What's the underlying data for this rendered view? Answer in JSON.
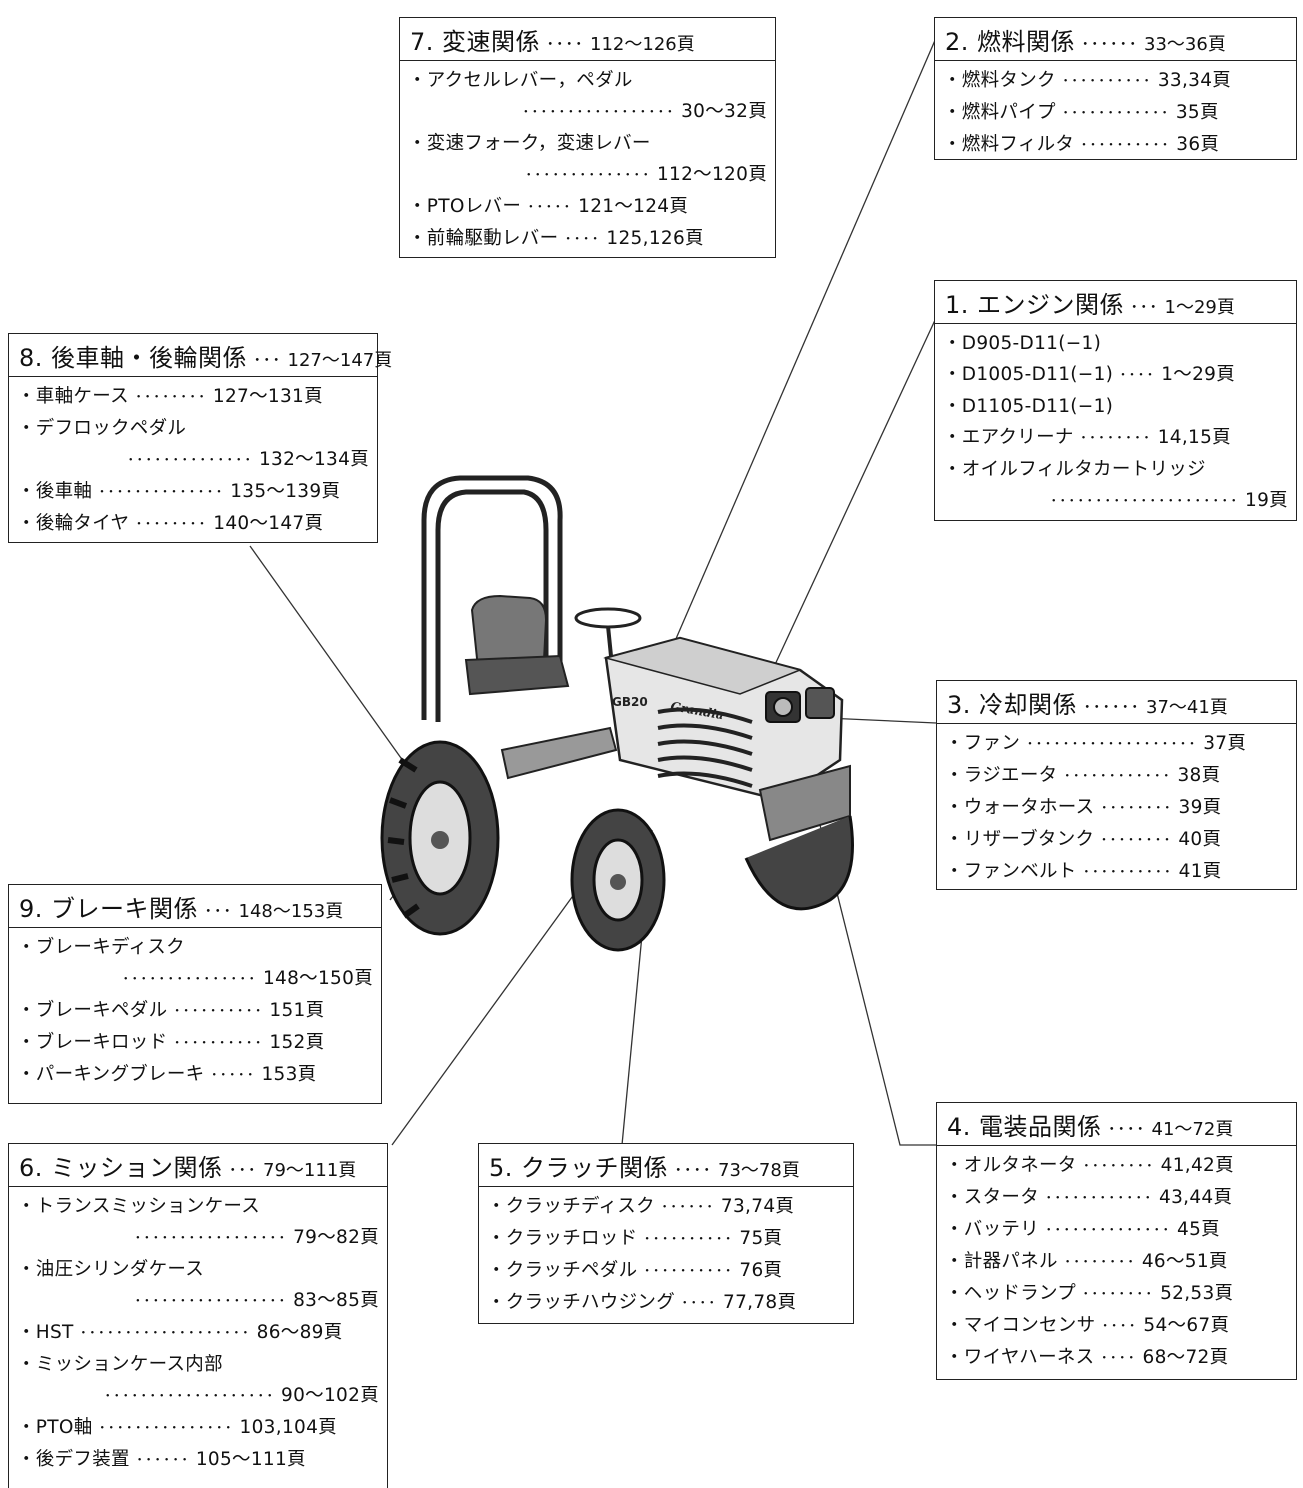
{
  "tractor": {
    "model_badge": "GB20",
    "brand_badge": "Grandia"
  },
  "boxes": [
    {
      "id": "b1",
      "title": "1. エンジン関係",
      "dots": "･･･",
      "pages": "1～29頁",
      "items": [
        {
          "text": "・D905-D11(−1)",
          "dots": "",
          "pages": ""
        },
        {
          "text": "・D1005-D11(−1)",
          "dots": "････",
          "pages": "1～29頁"
        },
        {
          "text": "・D1105-D11(−1)",
          "dots": "",
          "pages": ""
        },
        {
          "text": "・エアクリーナ",
          "dots": "････････",
          "pages": "14,15頁"
        },
        {
          "text": "・オイルフィルタカートリッジ",
          "dots": "",
          "pages": ""
        },
        {
          "text": "",
          "dots": "･････････････････････",
          "pages": "19頁"
        }
      ]
    },
    {
      "id": "b2",
      "title": "2. 燃料関係",
      "dots": "･･････",
      "pages": "33～36頁",
      "items": [
        {
          "text": "・燃料タンク",
          "dots": "･･････････",
          "pages": "33,34頁"
        },
        {
          "text": "・燃料パイプ",
          "dots": "････････････",
          "pages": "35頁"
        },
        {
          "text": "・燃料フィルタ",
          "dots": "･･････････",
          "pages": "36頁"
        }
      ]
    },
    {
      "id": "b3",
      "title": "3. 冷却関係",
      "dots": "･･････",
      "pages": "37～41頁",
      "items": [
        {
          "text": "・ファン",
          "dots": "･･･････････････････",
          "pages": "37頁"
        },
        {
          "text": "・ラジエータ",
          "dots": "････････････",
          "pages": "38頁"
        },
        {
          "text": "・ウォータホース",
          "dots": "････････",
          "pages": "39頁"
        },
        {
          "text": "・リザーブタンク",
          "dots": "････････",
          "pages": "40頁"
        },
        {
          "text": "・ファンベルト",
          "dots": "･･････････",
          "pages": "41頁"
        }
      ]
    },
    {
      "id": "b4",
      "title": "4. 電装品関係",
      "dots": "････",
      "pages": "41～72頁",
      "items": [
        {
          "text": "・オルタネータ",
          "dots": "････････",
          "pages": "41,42頁"
        },
        {
          "text": "・スタータ",
          "dots": "････････････",
          "pages": "43,44頁"
        },
        {
          "text": "・バッテリ",
          "dots": "･･････････････",
          "pages": "45頁"
        },
        {
          "text": "・計器パネル",
          "dots": "････････",
          "pages": "46～51頁"
        },
        {
          "text": "・ヘッドランプ",
          "dots": "････････",
          "pages": "52,53頁"
        },
        {
          "text": "・マイコンセンサ",
          "dots": "････",
          "pages": "54～67頁"
        },
        {
          "text": "・ワイヤハーネス",
          "dots": "････",
          "pages": "68～72頁"
        }
      ]
    },
    {
      "id": "b5",
      "title": "5. クラッチ関係",
      "dots": "････",
      "pages": "73～78頁",
      "items": [
        {
          "text": "・クラッチディスク",
          "dots": "･･････",
          "pages": "73,74頁"
        },
        {
          "text": "・クラッチロッド",
          "dots": "･･････････",
          "pages": "75頁"
        },
        {
          "text": "・クラッチペダル",
          "dots": "･･････････",
          "pages": "76頁"
        },
        {
          "text": "・クラッチハウジング",
          "dots": "････",
          "pages": "77,78頁"
        }
      ]
    },
    {
      "id": "b6",
      "title": "6. ミッション関係",
      "dots": "･･･",
      "pages": "79～111頁",
      "items": [
        {
          "text": "・トランスミッションケース",
          "dots": "",
          "pages": ""
        },
        {
          "text": "",
          "dots": "･････････････････",
          "pages": "79～82頁"
        },
        {
          "text": "・油圧シリンダケース",
          "dots": "",
          "pages": ""
        },
        {
          "text": "",
          "dots": "･････････････････",
          "pages": "83～85頁"
        },
        {
          "text": "・HST",
          "dots": "･･･････････････････",
          "pages": "86～89頁"
        },
        {
          "text": "・ミッションケース内部",
          "dots": "",
          "pages": ""
        },
        {
          "text": "",
          "dots": "･･･････････････････",
          "pages": "90～102頁"
        },
        {
          "text": "・PTO軸",
          "dots": "･･･････････････",
          "pages": "103,104頁"
        },
        {
          "text": "・後デフ装置",
          "dots": "･･････",
          "pages": "105～111頁"
        }
      ]
    },
    {
      "id": "b7",
      "title": "7. 変速関係",
      "dots": "････",
      "pages": "112～126頁",
      "items": [
        {
          "text": "・アクセルレバー，ペダル",
          "dots": "",
          "pages": ""
        },
        {
          "text": "",
          "dots": "･････････････････",
          "pages": "30～32頁"
        },
        {
          "text": "・変速フォーク，変速レバー",
          "dots": "",
          "pages": ""
        },
        {
          "text": "",
          "dots": "･･････････････",
          "pages": "112～120頁"
        },
        {
          "text": "・PTOレバー",
          "dots": "･････",
          "pages": "121～124頁"
        },
        {
          "text": "・前輪駆動レバー",
          "dots": "････",
          "pages": "125,126頁"
        }
      ]
    },
    {
      "id": "b8",
      "title": "8. 後車軸・後輪関係",
      "dots": "･･･",
      "pages": "127～147頁",
      "items": [
        {
          "text": "・車軸ケース",
          "dots": "････････",
          "pages": "127～131頁"
        },
        {
          "text": "・デフロックペダル",
          "dots": "",
          "pages": ""
        },
        {
          "text": "",
          "dots": "･･････････････",
          "pages": "132～134頁"
        },
        {
          "text": "・後車軸",
          "dots": "･･････････････",
          "pages": "135～139頁"
        },
        {
          "text": "・後輪タイヤ",
          "dots": "････････",
          "pages": "140～147頁"
        }
      ]
    },
    {
      "id": "b9",
      "title": "9. ブレーキ関係",
      "dots": "･･･",
      "pages": "148～153頁",
      "items": [
        {
          "text": "・ブレーキディスク",
          "dots": "",
          "pages": ""
        },
        {
          "text": "",
          "dots": "･･･････････････",
          "pages": "148～150頁"
        },
        {
          "text": "・ブレーキペダル",
          "dots": "･･････････",
          "pages": "151頁"
        },
        {
          "text": "・ブレーキロッド",
          "dots": "･･････････",
          "pages": "152頁"
        },
        {
          "text": "・パーキングブレーキ",
          "dots": "･････",
          "pages": "153頁"
        }
      ]
    }
  ]
}
